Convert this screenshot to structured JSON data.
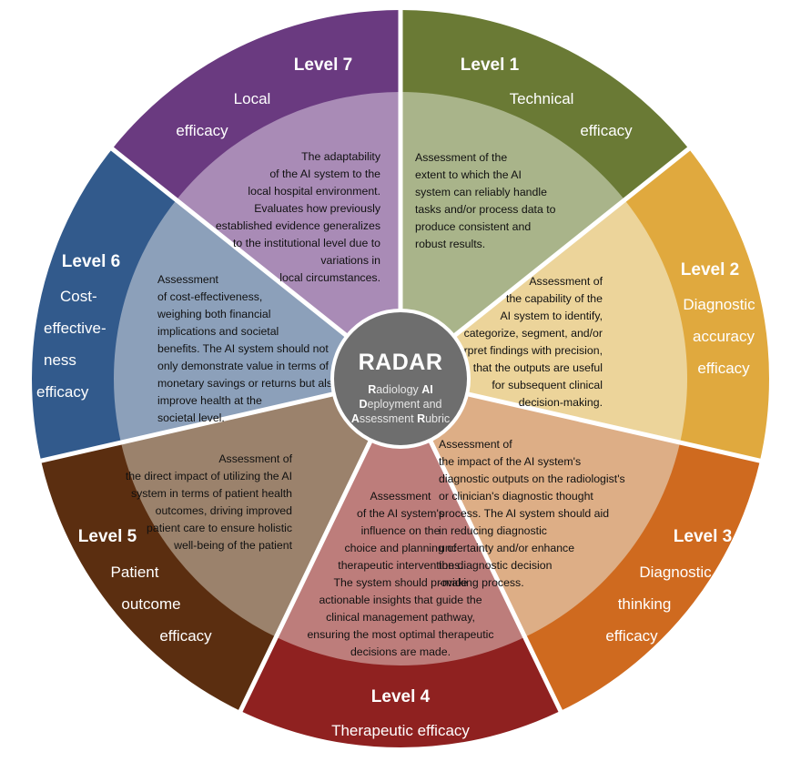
{
  "hub": {
    "title": "RADAR",
    "subtitle": [
      [
        [
          "R",
          true
        ],
        [
          "adiology ",
          false
        ],
        [
          "AI",
          true
        ]
      ],
      [
        [
          "D",
          true
        ],
        [
          "eployment and",
          false
        ]
      ],
      [
        [
          "A",
          true
        ],
        [
          "ssessment ",
          false
        ],
        [
          "R",
          true
        ],
        [
          "ubric",
          false
        ]
      ]
    ],
    "color": "#6e6e6e"
  },
  "levels": [
    {
      "title": "Level 1",
      "name_lines": [
        "Technical",
        "efficacy"
      ],
      "description_lines": [
        "Assessment of the",
        "extent to which the AI",
        "system can reliably handle",
        "tasks and/or process data to",
        "produce consistent and",
        "robust results."
      ],
      "outer_color": "#6a7a35",
      "inner_color": "#a9b48a"
    },
    {
      "title": "Level 2",
      "name_lines": [
        "Diagnostic",
        "accuracy",
        "efficacy"
      ],
      "description_lines": [
        "Assessment of",
        "the capability of the",
        "AI system to identify,",
        "categorize, segment, and/or",
        "interpret findings with precision,",
        "ensuring that the outputs are useful",
        "for subsequent clinical",
        "decision-making."
      ],
      "outer_color": "#e0a93e",
      "inner_color": "#ecd49a"
    },
    {
      "title": "Level 3",
      "name_lines": [
        "Diagnostic",
        "thinking",
        "efficacy"
      ],
      "description_lines": [
        "Assessment of",
        "the impact of the AI system's",
        "diagnostic outputs on the radiologist's",
        "or clinician's diagnostic thought",
        "process. The AI system should aid",
        "in reducing diagnostic",
        "uncertainty and/or enhance",
        "the diagnostic decision",
        "-making process."
      ],
      "outer_color": "#cf6a1f",
      "inner_color": "#ddae86"
    },
    {
      "title": "Level 4",
      "name_lines": [
        "Therapeutic efficacy"
      ],
      "description_lines": [
        "Assessment",
        "of the AI system's",
        "influence on the",
        "choice and planning of",
        "therapeutic interventions.",
        "The system should provide",
        "actionable insights that guide the",
        "clinical management pathway,",
        "ensuring the most optimal therapeutic",
        "decisions are made."
      ],
      "outer_color": "#8f2120",
      "inner_color": "#bd7d7b"
    },
    {
      "title": "Level 5",
      "name_lines": [
        "Patient",
        "outcome",
        "efficacy"
      ],
      "description_lines": [
        "Assessment of",
        "the direct impact of utilizing the AI",
        "system in terms of patient health",
        "outcomes, driving improved",
        "patient care to ensure holistic",
        "well-being of the patient"
      ],
      "outer_color": "#5b2e10",
      "inner_color": "#9b826c"
    },
    {
      "title": "Level 6",
      "name_lines": [
        "Cost-",
        "effective-",
        "ness",
        "efficacy"
      ],
      "description_lines": [
        "Assessment",
        "of cost-effectiveness,",
        "weighing both financial",
        "implications and societal",
        "benefits. The AI system should not",
        "only demonstrate value in terms of",
        "monetary savings or returns but also",
        "improve health at the",
        "societal level."
      ],
      "outer_color": "#325a8c",
      "inner_color": "#8ca0ba"
    },
    {
      "title": "Level 7",
      "name_lines": [
        "Local",
        "efficacy"
      ],
      "description_lines": [
        "The adaptability",
        "of the AI system to the",
        "local hospital environment.",
        "Evaluates how previously",
        "established evidence generalizes",
        "to the institutional level due to",
        "variations in",
        "local circumstances."
      ],
      "outer_color": "#6a3a80",
      "inner_color": "#a98bb6"
    }
  ]
}
